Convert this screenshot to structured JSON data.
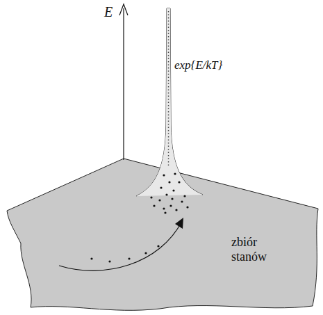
{
  "diagram": {
    "nodes": [
      {
        "text": [
          "zbiór stanów"
        ]
      }
    ],
    "labels": [
      "E",
      "exp{E/kT}"
    ]
  }
}
